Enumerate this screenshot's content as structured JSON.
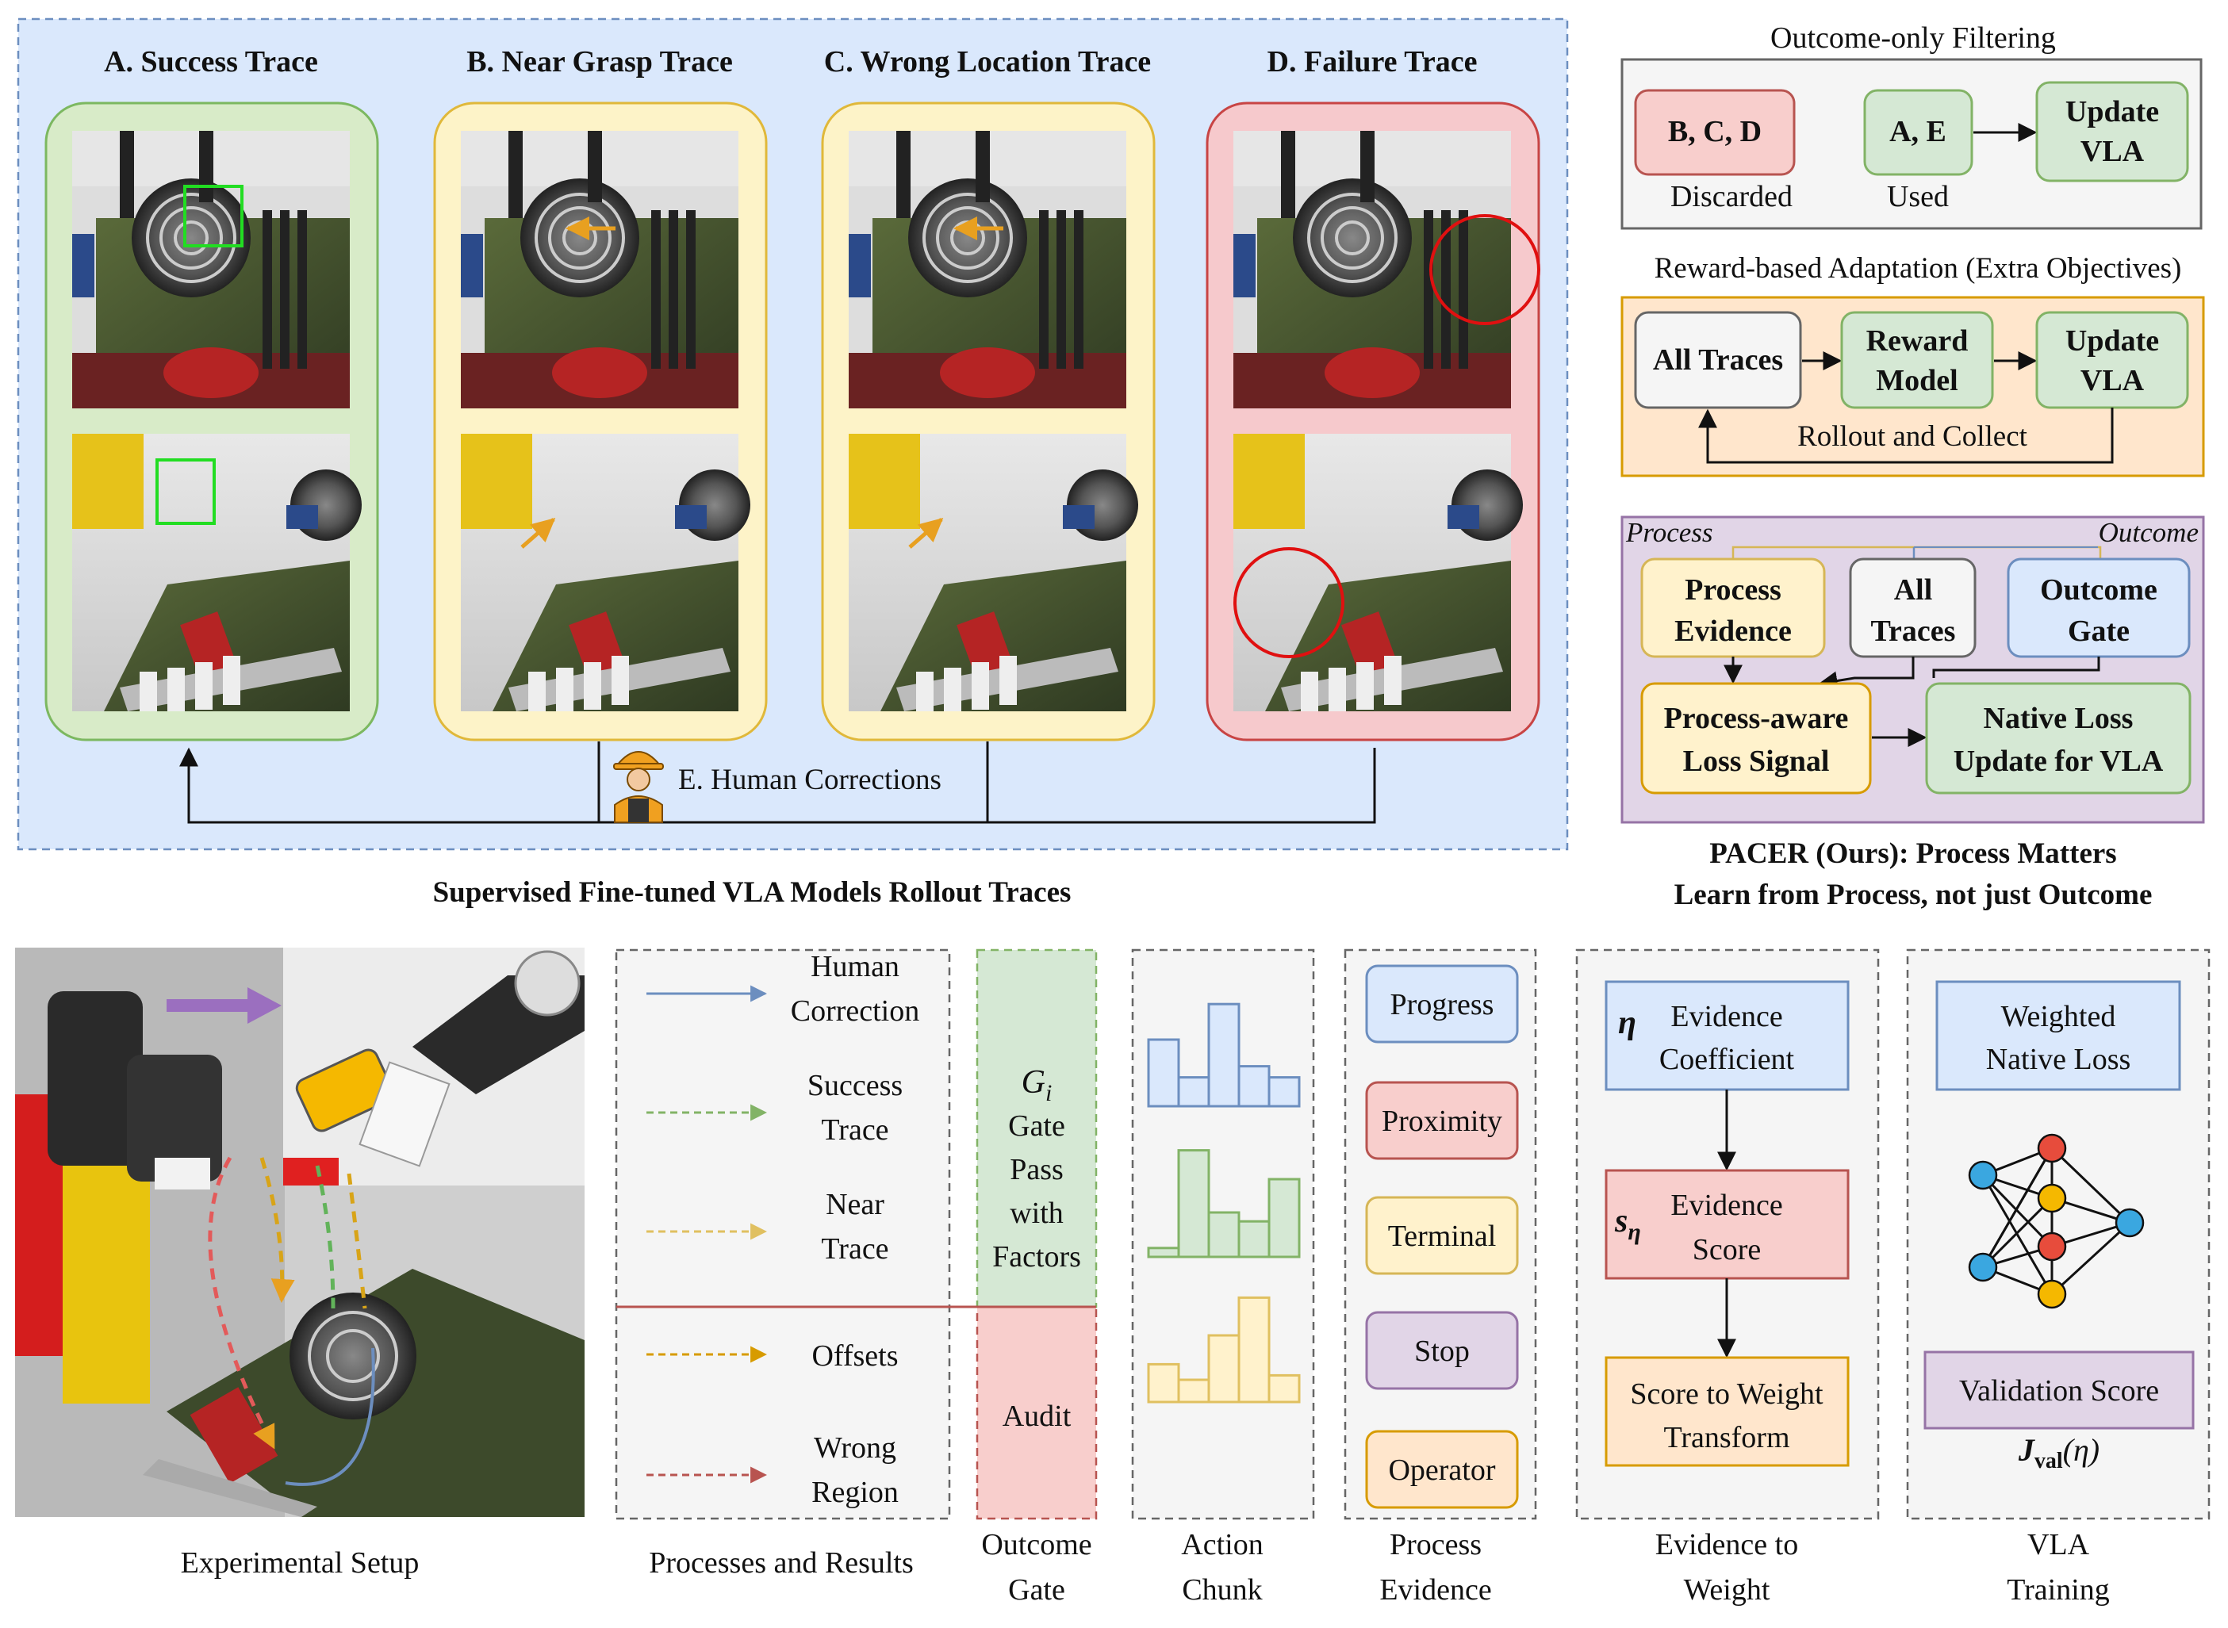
{
  "top_panel": {
    "caption": "Supervised Fine-tuned VLA Models Rollout Traces",
    "traces": [
      {
        "title": "A. Success Trace",
        "color": "#d8ebc8",
        "border": "#7cb860"
      },
      {
        "title": "B. Near Grasp Trace",
        "color": "#fdf3c8",
        "border": "#e0b83a"
      },
      {
        "title": "C. Wrong Location Trace",
        "color": "#fdf3c8",
        "border": "#e0b83a"
      },
      {
        "title": "D. Failure Trace",
        "color": "#f6c9cc",
        "border": "#c84444"
      }
    ],
    "human_corrections": "E. Human Corrections"
  },
  "outcome_filtering": {
    "title": "Outcome-only Filtering",
    "discarded_box": "B, C, D",
    "discarded_label": "Discarded",
    "used_box": "A, E",
    "used_label": "Used",
    "update_line1": "Update",
    "update_line2": "VLA"
  },
  "reward_adaptation": {
    "title": "Reward-based Adaptation (Extra Objectives)",
    "all_traces": "All Traces",
    "reward_line1": "Reward",
    "reward_line2": "Model",
    "update_line1": "Update",
    "update_line2": "VLA",
    "loop_label": "Rollout and Collect"
  },
  "pacer": {
    "process_tag": "Process",
    "outcome_tag": "Outcome",
    "process_evidence_line1": "Process",
    "process_evidence_line2": "Evidence",
    "all_traces_line1": "All",
    "all_traces_line2": "Traces",
    "outcome_gate_line1": "Outcome",
    "outcome_gate_line2": "Gate",
    "loss_signal_line1": "Process-aware",
    "loss_signal_line2": "Loss Signal",
    "native_loss_line1": "Native Loss",
    "native_loss_line2": "Update for VLA",
    "caption_line1": "PACER (Ours): Process Matters",
    "caption_line2": "Learn from Process, not just Outcome"
  },
  "bottom": {
    "setup_caption": "Experimental Setup",
    "processes": {
      "caption": "Processes and Results",
      "legend": [
        {
          "line1": "Human",
          "line2": "Correction",
          "color": "#6c8ebf",
          "dashed": false
        },
        {
          "line1": "Success",
          "line2": "Trace",
          "color": "#82b366",
          "dashed": true
        },
        {
          "line1": "Near",
          "line2": "Trace",
          "color": "#e0c060",
          "dashed": true
        },
        {
          "line1": "Offsets",
          "line2": "",
          "color": "#d79b00",
          "dashed": true
        },
        {
          "line1": "Wrong",
          "line2": "Region",
          "color": "#b85450",
          "dashed": true
        }
      ]
    },
    "outcome_gate": {
      "caption_line1": "Outcome",
      "caption_line2": "Gate",
      "symbol": "G",
      "symbol_sub": "i",
      "pass_lines": [
        "Gate",
        "Pass",
        "with",
        "Factors"
      ],
      "audit": "Audit"
    },
    "action_chunk": {
      "caption_line1": "Action",
      "caption_line2": "Chunk",
      "histograms": [
        {
          "values": [
            3,
            1.3,
            4.6,
            1.8,
            1.3
          ],
          "color": "#dae8fc",
          "border": "#6c8ebf"
        },
        {
          "values": [
            0.4,
            4.8,
            2,
            1.6,
            3.5
          ],
          "color": "#d5e8d4",
          "border": "#82b366"
        },
        {
          "values": [
            1.7,
            1,
            3,
            4.7,
            1.2
          ],
          "color": "#fff2cc",
          "border": "#e0c060"
        }
      ]
    },
    "process_evidence": {
      "caption_line1": "Process",
      "caption_line2": "Evidence",
      "items": [
        {
          "label": "Progress",
          "color": "#dae8fc",
          "border": "#6c8ebf"
        },
        {
          "label": "Proximity",
          "color": "#f8cecc",
          "border": "#b85450"
        },
        {
          "label": "Terminal",
          "color": "#fff2cc",
          "border": "#d6b656"
        },
        {
          "label": "Stop",
          "color": "#e1d5e7",
          "border": "#9673a6"
        },
        {
          "label": "Operator",
          "color": "#ffe6cc",
          "border": "#d79b00"
        }
      ]
    },
    "evidence_to_weight": {
      "caption_line1": "Evidence to",
      "caption_line2": "Weight",
      "coef_symbol": "η",
      "coef_line1": "Evidence",
      "coef_line2": "Coefficient",
      "score_symbol": "s",
      "score_sub": "η",
      "score_line1": "Evidence",
      "score_line2": "Score",
      "transform_line1": "Score to Weight",
      "transform_line2": "Transform"
    },
    "vla_training": {
      "caption_line1": "VLA",
      "caption_line2": "Training",
      "weighted_line1": "Weighted",
      "weighted_line2": "Native Loss",
      "validation": "Validation Score",
      "j_symbol": "J",
      "j_sub": "val",
      "j_arg": "(η)"
    }
  },
  "colors": {
    "blue_panel": "#dae8fc",
    "gray_panel": "#f5f5f5",
    "orange_panel": "#ffe6cc",
    "purple_panel": "#e1d5e7",
    "green_box": "#d5e8d4",
    "red_box": "#f8cecc",
    "yellow_box": "#fff2cc"
  }
}
